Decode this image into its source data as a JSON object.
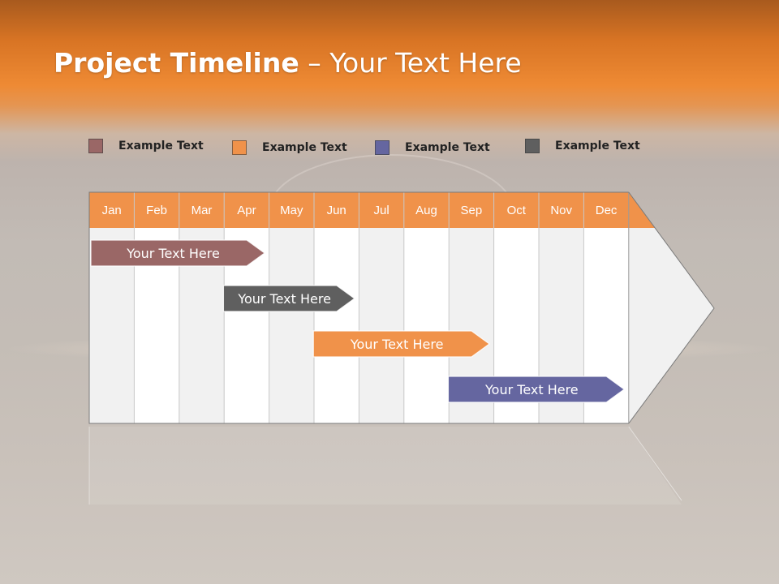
{
  "title": {
    "bold": "Project Timeline",
    "rest": " – Your Text Here"
  },
  "legend": [
    {
      "label": "Example Text",
      "color": "#9a6766"
    },
    {
      "label": "Example Text",
      "color": "#f0924a"
    },
    {
      "label": "Example Text",
      "color": "#6566a0"
    },
    {
      "label": "Example Text",
      "color": "#5f5f5f"
    }
  ],
  "months": [
    "Jan",
    "Feb",
    "Mar",
    "Apr",
    "May",
    "Jun",
    "Jul",
    "Aug",
    "Sep",
    "Oct",
    "Nov",
    "Dec"
  ],
  "colors": {
    "header": "#f0924a",
    "grid_light": "#f1f1f1",
    "grid_white": "#ffffff",
    "line": "#c8c8c8"
  },
  "tasks": [
    {
      "label": "Your  Text Here",
      "start": 0,
      "end": 3.9,
      "row": 0,
      "color": "#9a6766"
    },
    {
      "label": "Your  Text Here",
      "start": 2.95,
      "end": 5.9,
      "row": 1,
      "color": "#5f5f5f"
    },
    {
      "label": "Your  Text Here",
      "start": 4.95,
      "end": 8.9,
      "row": 2,
      "color": "#f0924a"
    },
    {
      "label": "Your  Text Here",
      "start": 7.95,
      "end": 11.9,
      "row": 3,
      "color": "#6566a0"
    }
  ]
}
